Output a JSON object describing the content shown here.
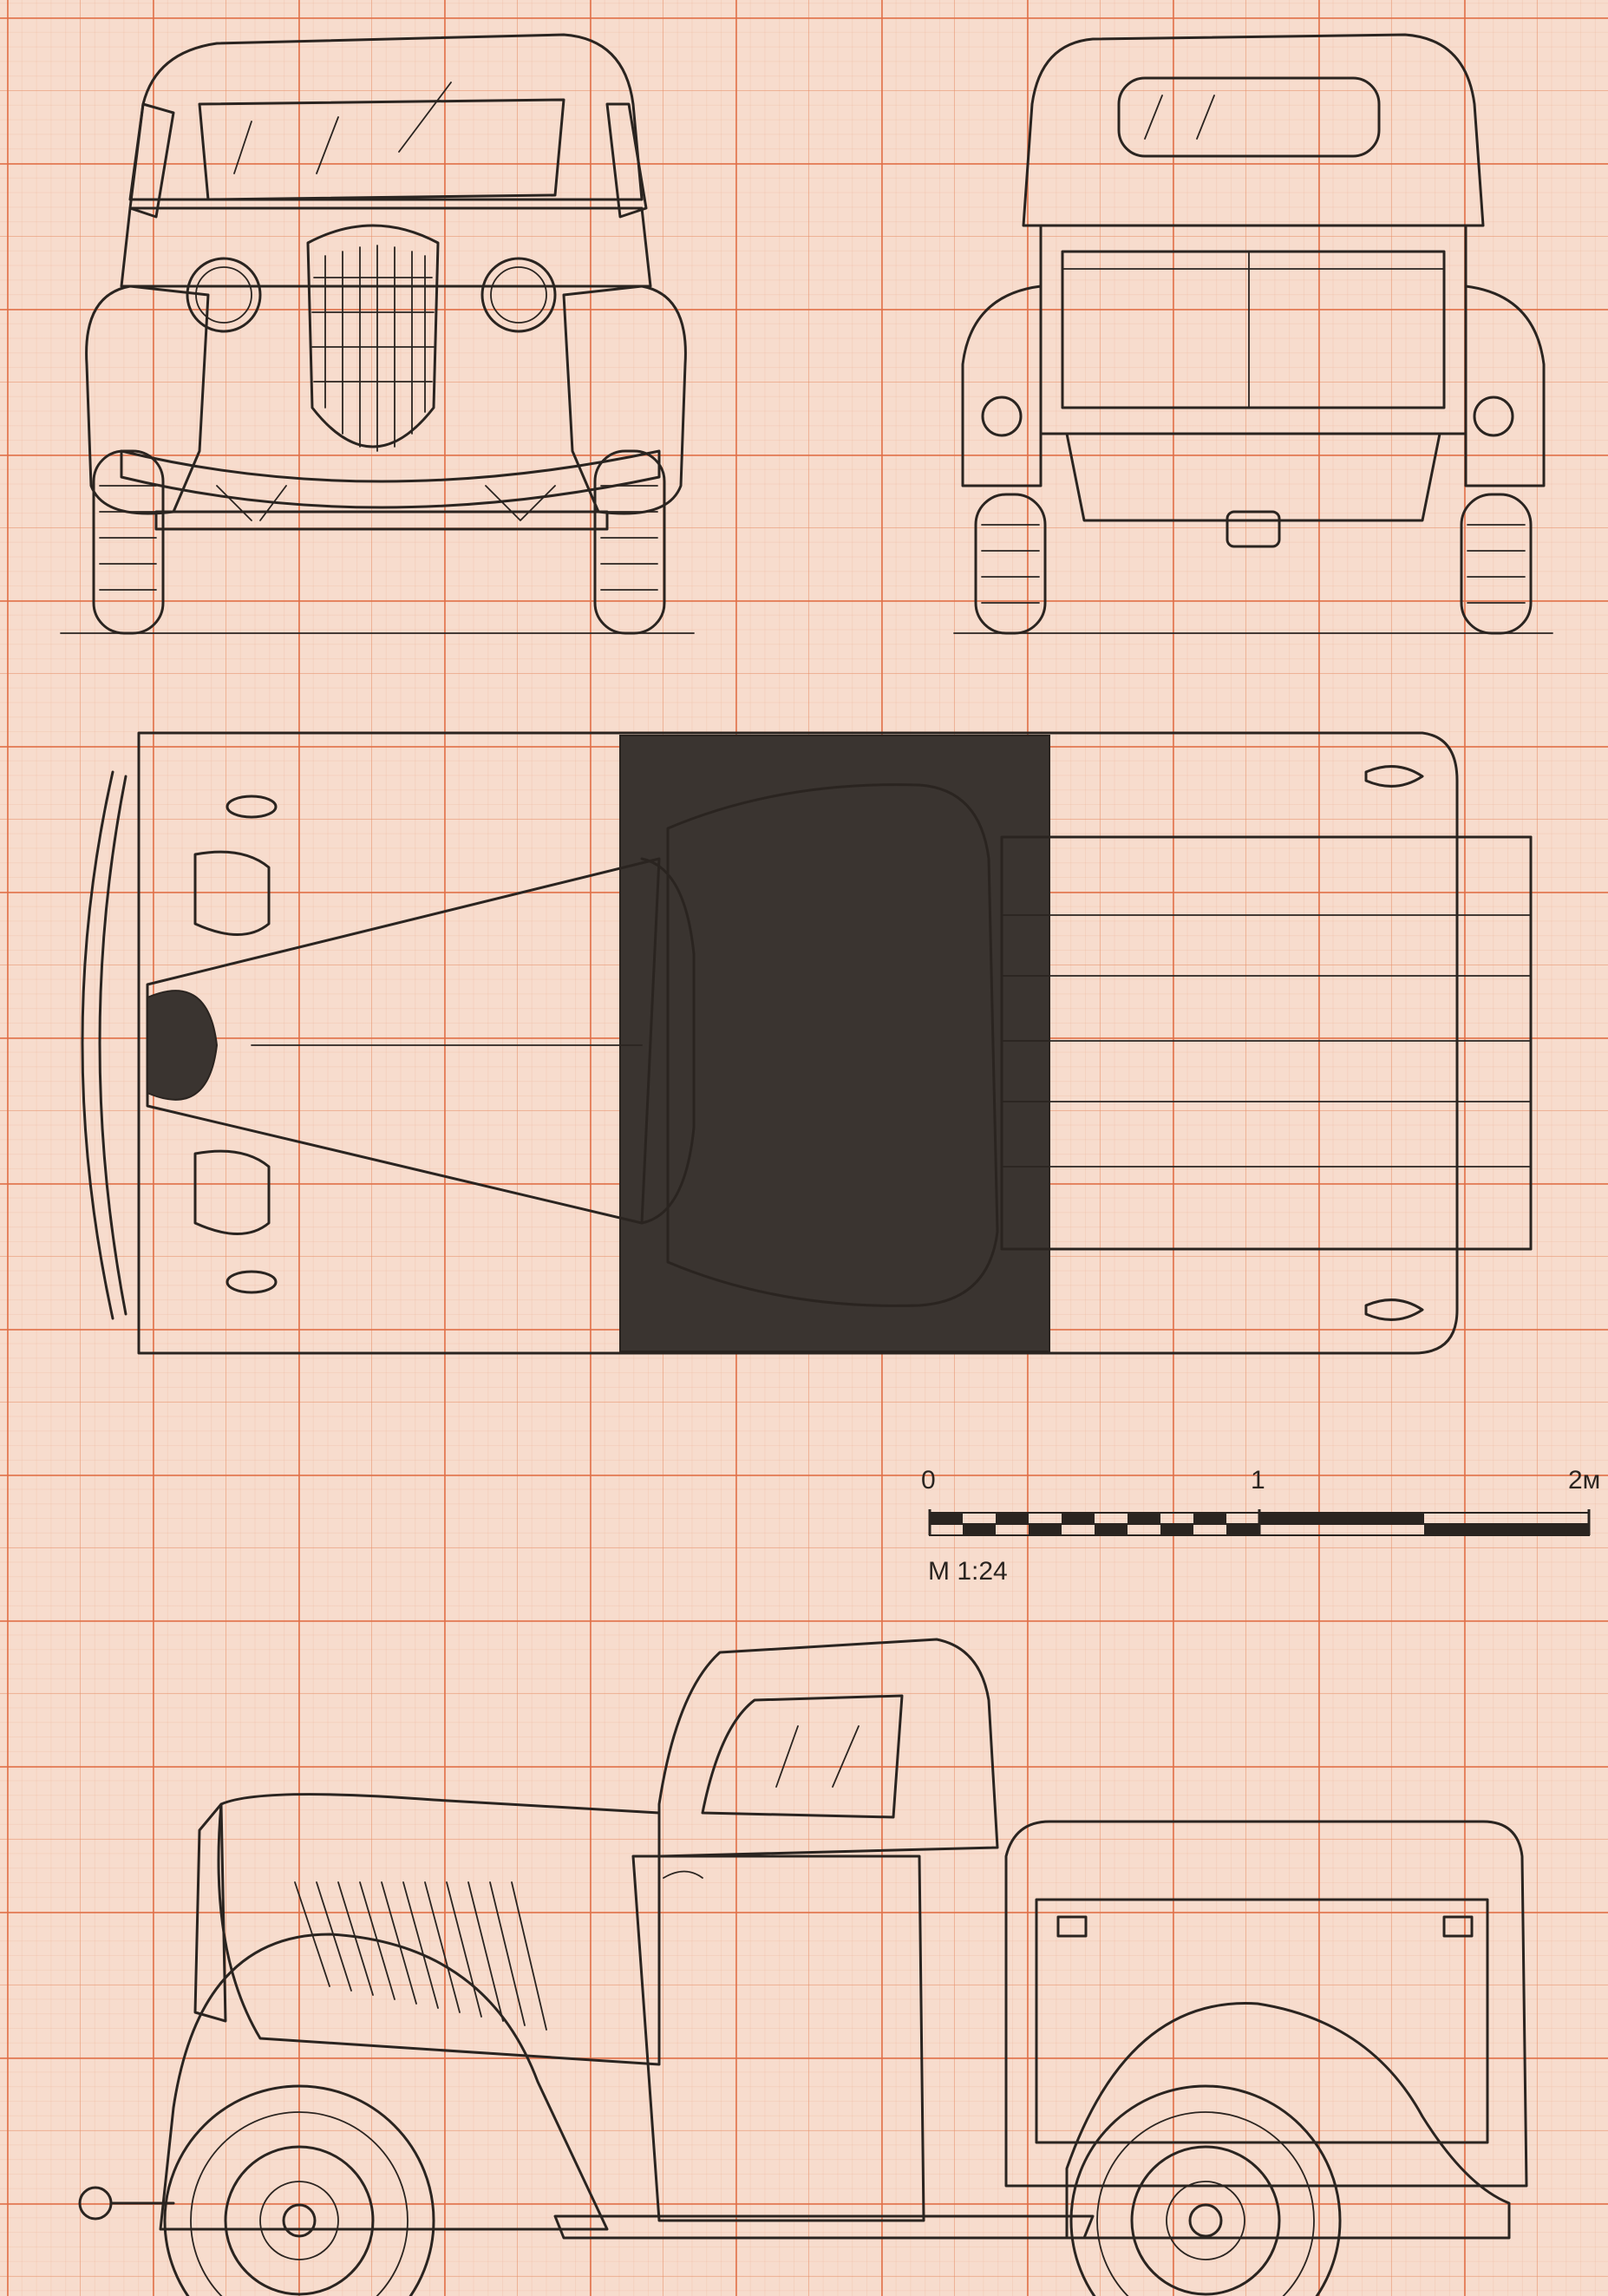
{
  "scale_bar": {
    "tick_0": "0",
    "tick_1": "1",
    "tick_2": "2м",
    "ratio_label": "М 1:24"
  },
  "colors": {
    "paper": "#f7dccd",
    "grid_major": "#e06e46",
    "ink": "#2a2420",
    "bed_shading": "#3a3430"
  }
}
